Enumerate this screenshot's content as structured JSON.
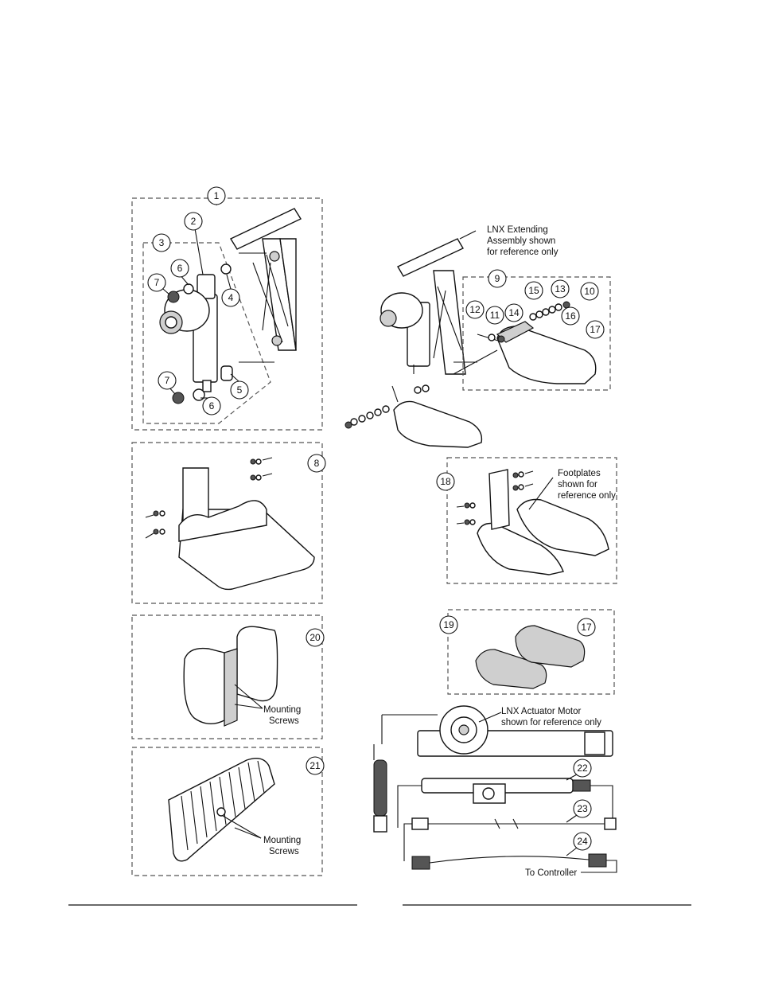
{
  "callouts": {
    "c1": "1",
    "c2": "2",
    "c3": "3",
    "c4": "4",
    "c5": "5",
    "c6a": "6",
    "c6b": "6",
    "c7a": "7",
    "c7b": "7",
    "c8": "8",
    "c9": "9",
    "c10": "10",
    "c11": "11",
    "c12": "12",
    "c13": "13",
    "c14": "14",
    "c15": "15",
    "c16": "16",
    "c17a": "17",
    "c17b": "17",
    "c18": "18",
    "c19": "19",
    "c20": "20",
    "c21": "21",
    "c22": "22",
    "c23": "23",
    "c24": "24"
  },
  "notes": {
    "lnx_extending_1": "LNX Extending",
    "lnx_extending_2": "Assembly shown",
    "lnx_extending_3": "for reference only",
    "footplates_1": "Footplates",
    "footplates_2": "shown for",
    "footplates_3": "reference only",
    "mounting_20a": "Mounting",
    "mounting_20b": "Screws",
    "mounting_21a": "Mounting",
    "mounting_21b": "Screws",
    "actuator_1": "LNX Actuator Motor",
    "actuator_2": "shown for reference only",
    "to_controller": "To Controller"
  }
}
